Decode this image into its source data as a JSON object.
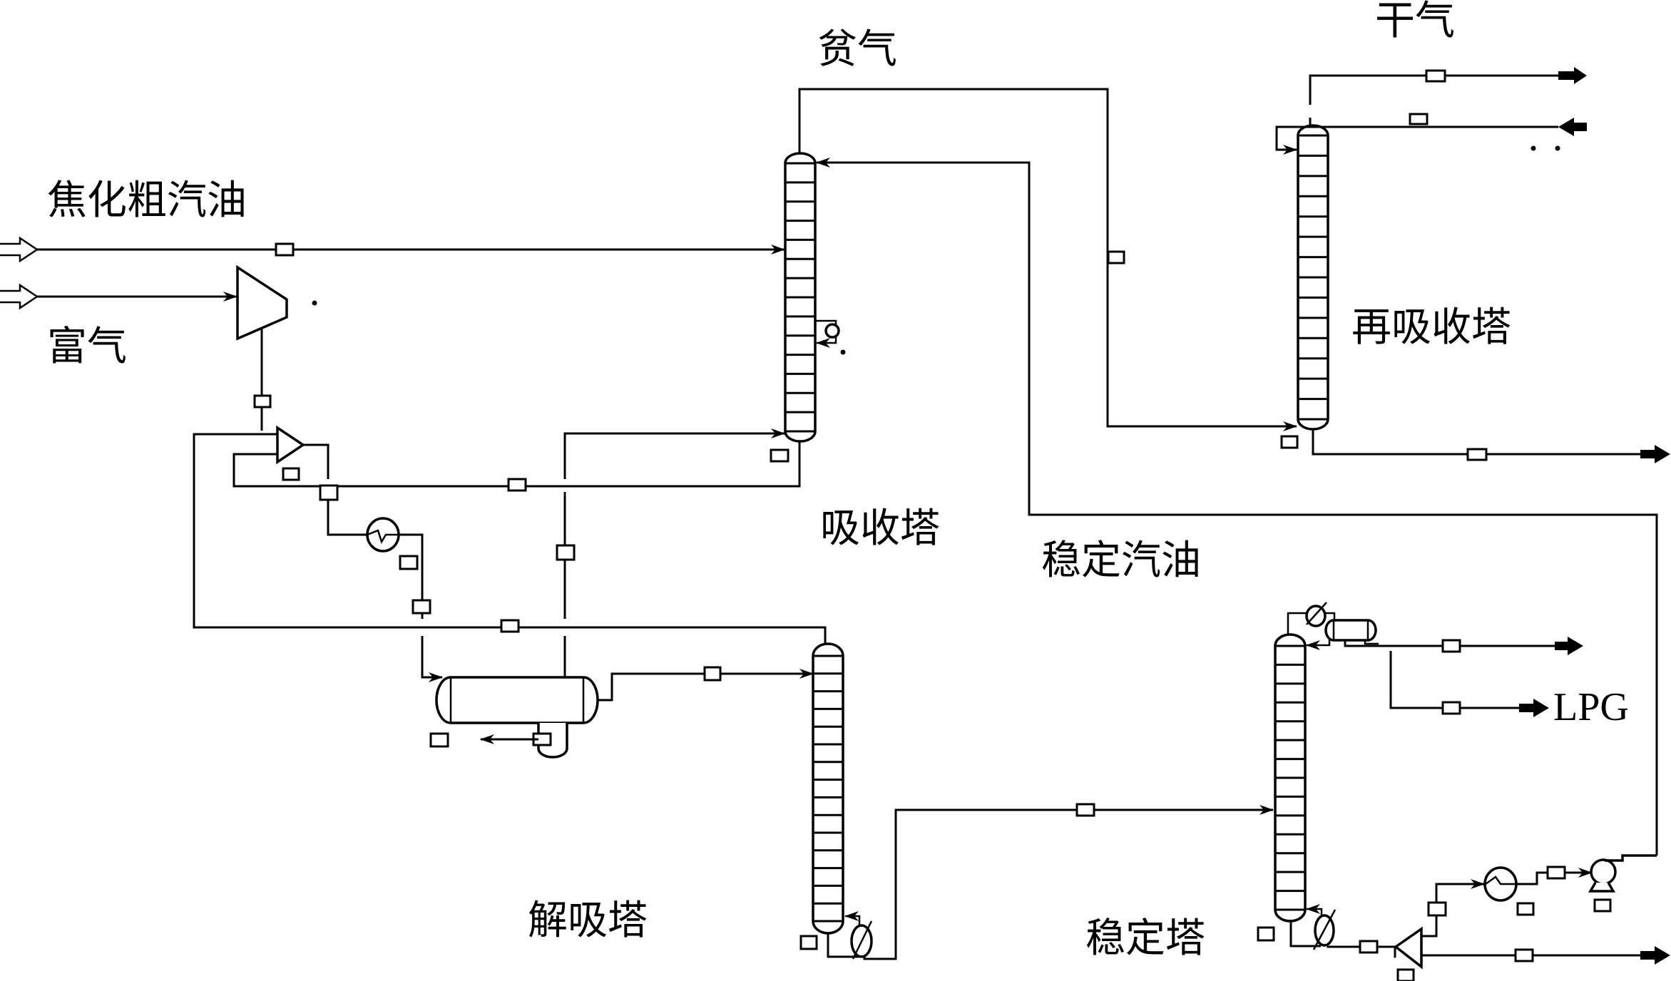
{
  "diagram": {
    "title": "焦化汽油吸收稳定流程",
    "type": "process-flow-diagram",
    "colors": {
      "line": "#000000",
      "background": "#ffffff"
    },
    "labels": {
      "coker_naphtha": "焦化粗汽油",
      "rich_gas": "富气",
      "lean_gas": "贫气",
      "dry_gas": "干气",
      "absorber": "吸收塔",
      "reabsorber": "再吸收塔",
      "desorber": "解吸塔",
      "stabilizer": "稳定塔",
      "stabilized_gasoline": "稳定汽油",
      "lpg": "LPG"
    },
    "equipment": [
      {
        "id": "absorber",
        "label": "吸收塔",
        "kind": "tray-column",
        "tray_sections": 14
      },
      {
        "id": "reabsorber",
        "label": "再吸收塔",
        "kind": "tray-column",
        "tray_sections": 14
      },
      {
        "id": "desorber",
        "label": "解吸塔",
        "kind": "tray-column",
        "tray_sections": 15
      },
      {
        "id": "stabilizer",
        "label": "稳定塔",
        "kind": "tray-column",
        "tray_sections": 14
      },
      {
        "id": "compressor",
        "kind": "compressor"
      },
      {
        "id": "gas-liquid-separator",
        "kind": "horizontal-drum-with-boot"
      },
      {
        "id": "reflux-drum",
        "kind": "horizontal-drum"
      },
      {
        "id": "pump",
        "kind": "centrifugal-pump"
      }
    ],
    "streams": [
      {
        "from": "焦化粗汽油",
        "to": "absorber"
      },
      {
        "from": "富气",
        "to": "compressor"
      },
      {
        "from": "absorber",
        "to": "reabsorber",
        "name": "贫气"
      },
      {
        "from": "reabsorber",
        "to": "干气",
        "name": "干气"
      },
      {
        "from": "separator",
        "to": "desorber"
      },
      {
        "from": "desorber",
        "to": "stabilizer"
      },
      {
        "from": "stabilizer",
        "to": "LPG",
        "name": "LPG"
      },
      {
        "from": "stabilizer",
        "to": "absorber",
        "name": "稳定汽油"
      }
    ]
  }
}
